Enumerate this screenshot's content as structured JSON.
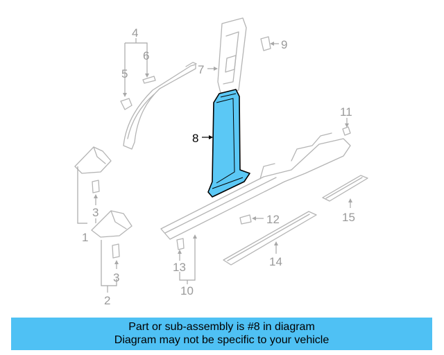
{
  "banner": {
    "line1": "Part or sub-assembly is #8 in diagram",
    "line2": "Diagram may not be specific to your vehicle",
    "color": "#4fc1f4"
  },
  "highlight_color": "#5bc8f5",
  "callouts": {
    "c1": "1",
    "c2": "2",
    "c3a": "3",
    "c3b": "3",
    "c4": "4",
    "c5": "5",
    "c6": "6",
    "c7": "7",
    "c8": "8",
    "c9": "9",
    "c10": "10",
    "c11": "11",
    "c12": "12",
    "c13": "13",
    "c14": "14",
    "c15": "15"
  }
}
